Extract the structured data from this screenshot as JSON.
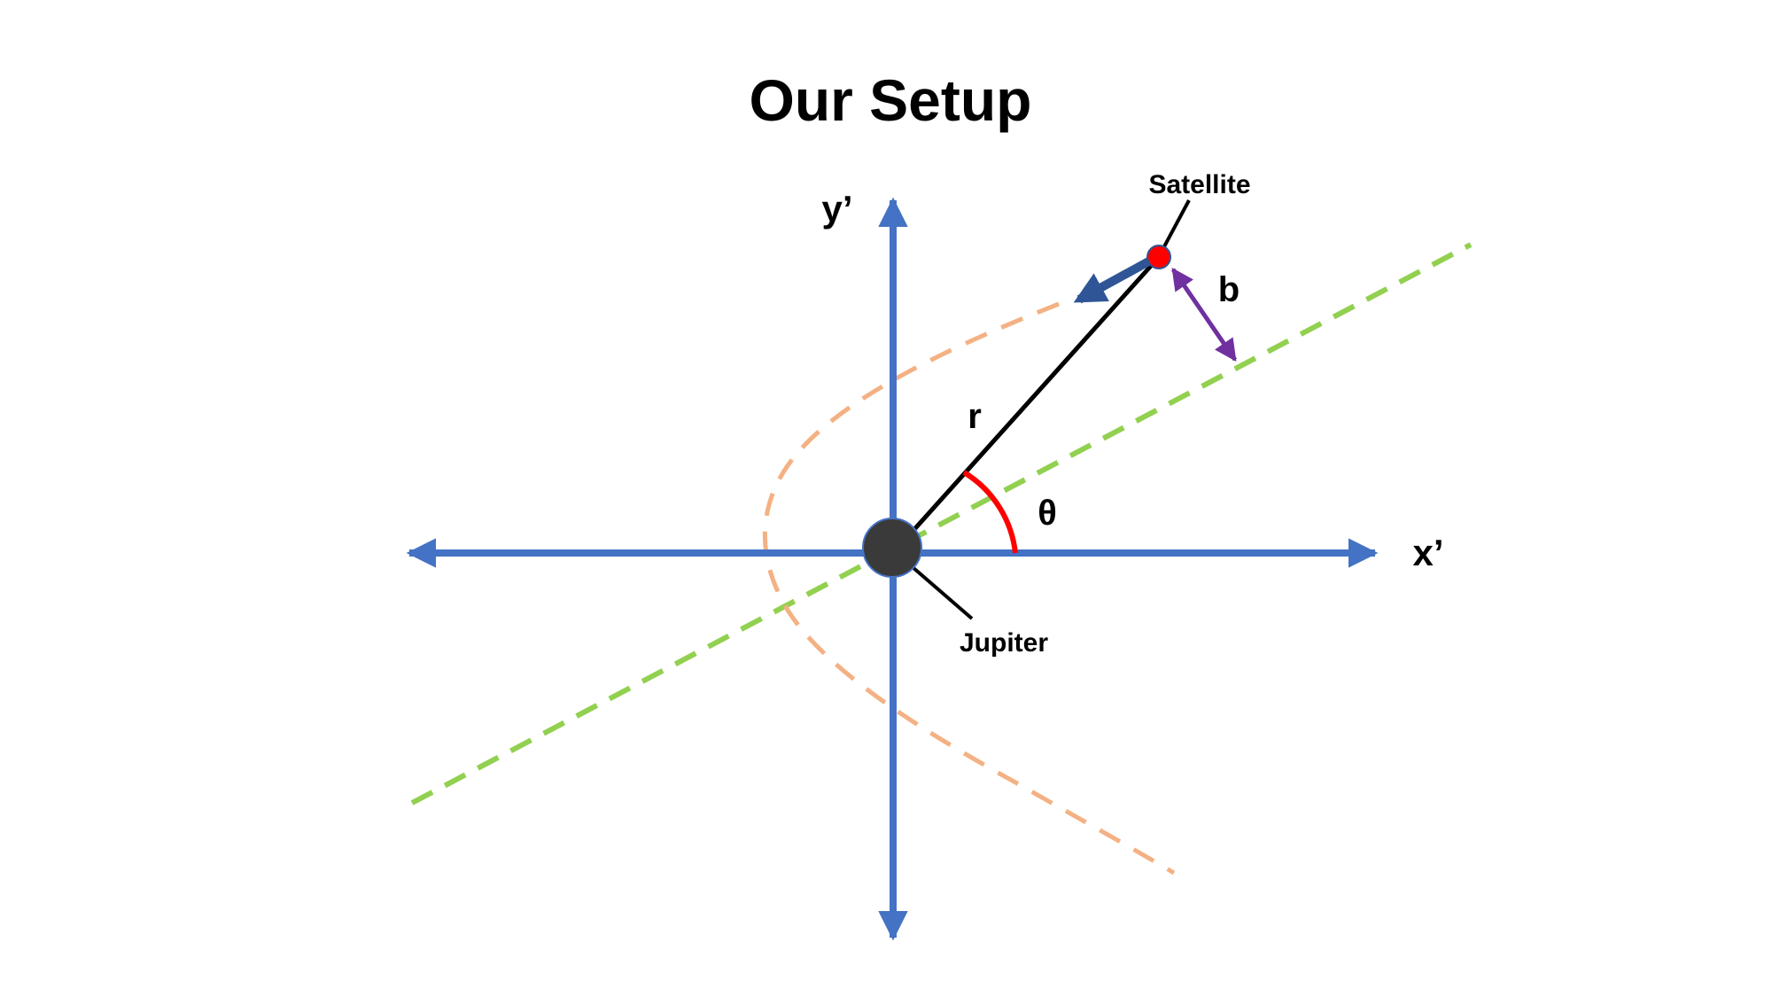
{
  "title": "Our Setup",
  "axes": {
    "x_label": "x’",
    "y_label": "y’"
  },
  "labels": {
    "satellite": "Satellite",
    "jupiter": "Jupiter",
    "radius": "r",
    "angle": "θ",
    "impact_parameter": "b"
  },
  "colors": {
    "axes": "#4472C4",
    "trajectory": "#F4B183",
    "asymptote": "#92D050",
    "satellite": "#FF0000",
    "jupiter": "#3A3A3A",
    "angle_arc": "#FF0000",
    "velocity_arrow": "#2F5597",
    "b_arrow": "#7030A0"
  }
}
